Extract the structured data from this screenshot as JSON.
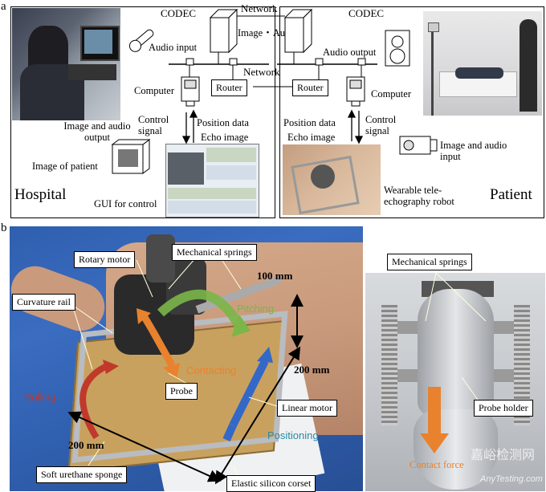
{
  "panel_a": {
    "label": "a",
    "codec_left": "CODEC",
    "codec_right": "CODEC",
    "network_top": "Network",
    "network_mid": "Network",
    "image_audio": "Image・Audio",
    "audio_input": "Audio input",
    "audio_output": "Audio output",
    "computer_left": "Computer",
    "computer_right": "Computer",
    "router_left": "Router",
    "router_right": "Router",
    "control_signal_left": "Control signal",
    "control_signal_right": "Control signal",
    "position_data_left": "Position data",
    "echo_image_left": "Echo image",
    "position_data_right": "Position data",
    "echo_image_right": "Echo image",
    "image_audio_output": "Image and audio output",
    "image_of_patient": "Image of patient",
    "gui_for_control": "GUI for control",
    "hospital": "Hospital",
    "patient": "Patient",
    "image_audio_input": "Image and audio input",
    "robot": "Wearable tele-echography robot"
  },
  "panel_b": {
    "label": "b",
    "rotary_motor": "Rotary motor",
    "mechanical_springs": "Mechanical springs",
    "mechanical_springs_right": "Mechanical springs",
    "curvature_rail": "Curvature rail",
    "pitching": "Pitching",
    "contacting": "Contacting",
    "rolling": "Rolling",
    "probe": "Probe",
    "linear_motor": "Linear motor",
    "positioning": "Positioning",
    "dim_100": "100 mm",
    "dim_200_right": "200 mm",
    "dim_200_bottom": "200 mm",
    "soft_sponge": "Soft urethane sponge",
    "corset": "Elastic silicon corset",
    "probe_holder": "Probe holder",
    "contact_force": "Contact force",
    "watermark": "嘉峪检测网",
    "watermark_url": "AnyTesting.com"
  },
  "colors": {
    "pitching": "#7ab648",
    "contacting": "#e8822e",
    "rolling": "#c0392b",
    "positioning": "#2a8aa8",
    "contact_force": "#e8822e"
  }
}
